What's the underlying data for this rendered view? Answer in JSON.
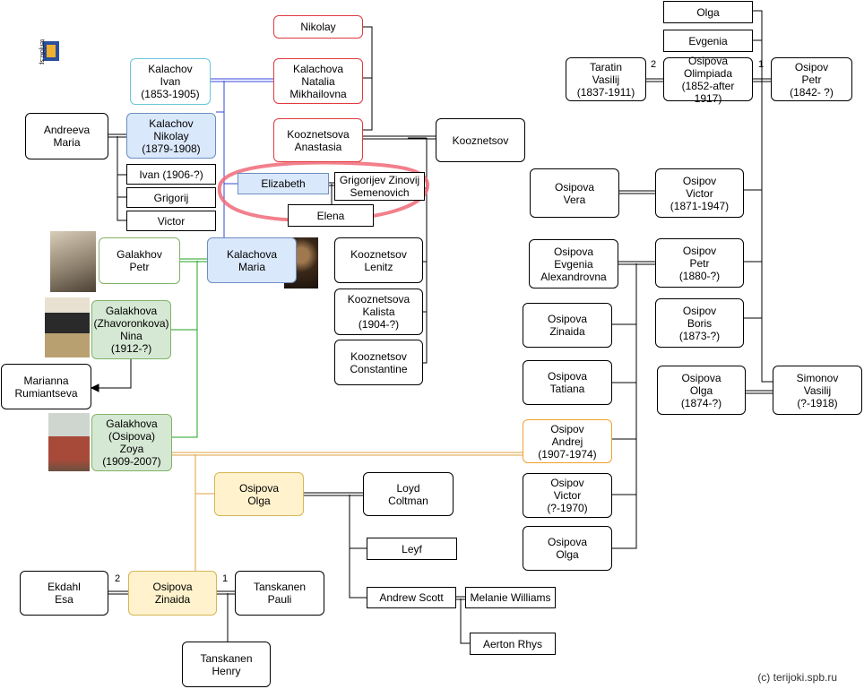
{
  "nodes": {
    "nikolay": "Nikolay",
    "kalachov_ivan": "Kalachov\nIvan\n(1853-1905)",
    "kalachova_natalia": "Kalachova\nNatalia\nMikhailovna",
    "andreeva_maria": "Andreeva\nMaria",
    "kalachov_nikolay": "Kalachov\nNikolay\n(1879-1908)",
    "kooznetsova_anastasia": "Kooznetsova\nAnastasia",
    "kooznetsov": "Kooznetsov",
    "ivan_child": "Ivan (1906-?)",
    "grigorij": "Grigorij",
    "victor_child": "Victor",
    "elizabeth": "Elizabeth",
    "grigorijev": "Grigorijev Zinovij\nSemenovich",
    "elena": "Elena",
    "galakhov_petr": "Galakhov\nPetr",
    "kalachova_maria": "Kalachova\nMaria",
    "kooznetsov_lenitz": "Kooznetsov\nLenitz",
    "kooznetsova_kalista": "Kooznetsova\nKalista\n(1904-?)",
    "kooznetsov_constantine": "Kooznetsov\nConstantine",
    "galakhova_nina": "Galakhova\n(Zhavoronkova)\nNina\n(1912-?)",
    "marianna": "Marianna\nRumiantseva",
    "galakhova_zoya": "Galakhova\n(Osipova)\nZoya\n(1909-2007)",
    "osipova_olga_orange": "Osipova\nOlga",
    "loyd_coltman": "Loyd\nColtman",
    "leyf": "Leyf",
    "andrew_scott": "Andrew Scott",
    "melanie_williams": "Melanie Williams",
    "aerton_rhys": "Aerton Rhys",
    "ekdahl_esa": "Ekdahl\nEsa",
    "osipova_zinaida_orange": "Osipova\nZinaida",
    "tanskanen_pauli": "Tanskanen\nPauli",
    "tanskanen_henry": "Tanskanen\nHenry",
    "olga_top": "Olga",
    "evgenia_top": "Evgenia",
    "taratin_vasilij": "Taratin\nVasilij\n(1837-1911)",
    "osipova_olimpiada": "Osipova\nOlimpiada\n(1852-after 1917)",
    "osipov_petr_1842": "Osipov\nPetr\n(1842- ?)",
    "osipova_vera": "Osipova\nVera",
    "osipov_victor_1871": "Osipov\nVictor\n(1871-1947)",
    "osipova_evgenia_alex": "Osipova\nEvgenia\nAlexandrovna",
    "osipov_petr_1880": "Osipov\nPetr\n(1880-?)",
    "osipova_zinaida": "Osipova\nZinaida",
    "osipov_boris": "Osipov\nBoris\n(1873-?)",
    "osipova_tatiana": "Osipova\nTatiana",
    "osipova_olga_1874": "Osipova\nOlga\n(1874-?)",
    "simonov_vasilij": "Simonov\nVasilij\n(?-1918)",
    "osipov_andrej": "Osipov\nAndrej\n(1907-1974)",
    "osipov_victor_1970": "Osipov\nVictor\n(?-1970)",
    "osipova_olga_right": "Osipova\nOlga"
  },
  "marriage_numbers": {
    "olimpiada_taratin": "2",
    "olimpiada_petr": "1",
    "zinaida_ekdahl": "2",
    "zinaida_tanskanen": "1"
  },
  "watermark": "(c) terijoki.spb.ru",
  "logo_text": "terijoki.spb.ru",
  "colors": {
    "line_black": "#000000",
    "line_blue": "#3344dd",
    "line_green": "#22a022",
    "line_orange": "#e0a040",
    "highlight": "#f06a78"
  }
}
